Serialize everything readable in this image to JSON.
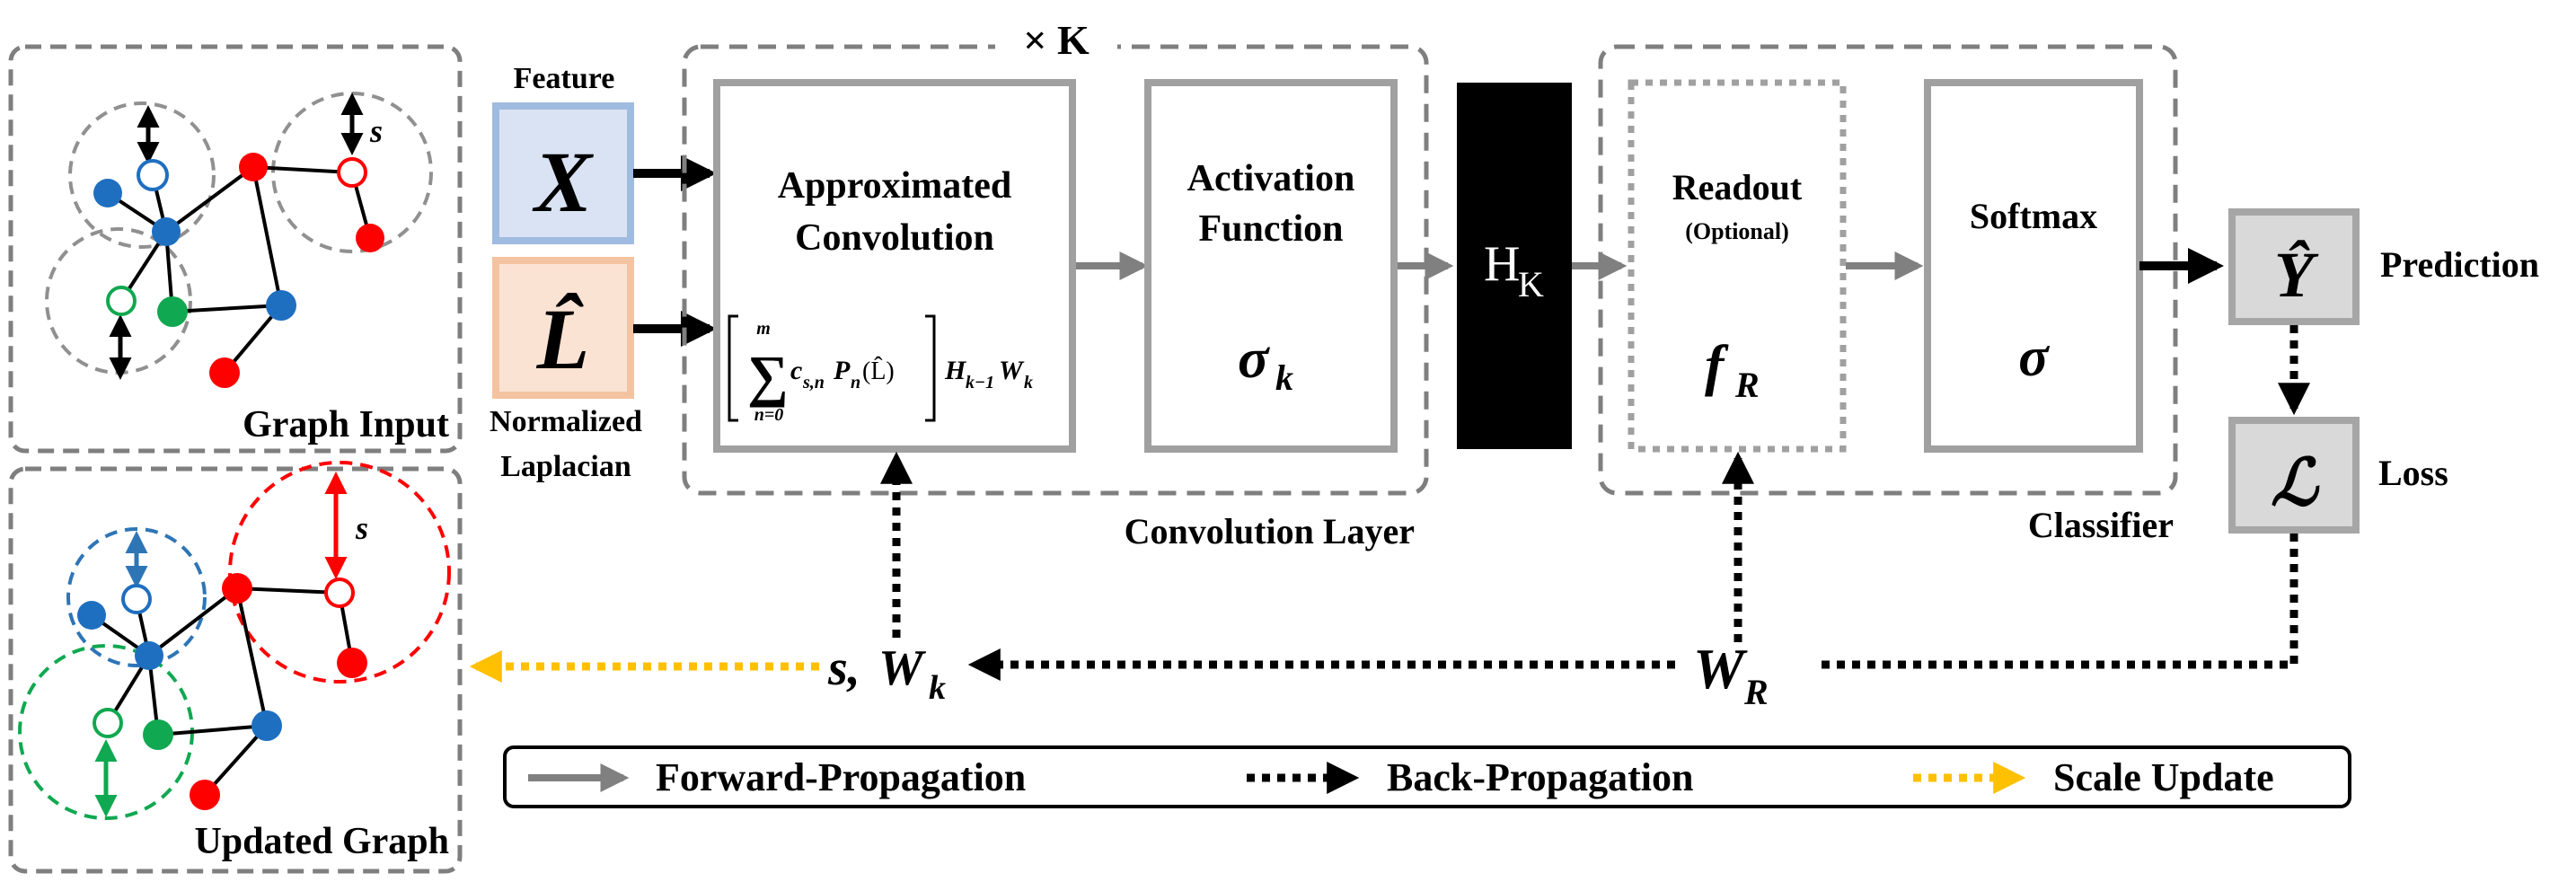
{
  "graph_input": {
    "label": "Graph Input",
    "scale_label": "s"
  },
  "updated_graph": {
    "label": "Updated Graph",
    "scale_label": "s"
  },
  "inputs": {
    "feature": {
      "caption": "Feature",
      "symbol": "X"
    },
    "laplacian": {
      "caption_line1": "Normalized",
      "caption_line2": "Laplacian",
      "symbol": "L̂"
    }
  },
  "conv_layer": {
    "repeat": "× K",
    "label": "Convolution Layer",
    "approx": {
      "title_line1": "Approximated",
      "title_line2": "Convolution",
      "formula": {
        "sum_top": "m",
        "sum_bottom": "n=0",
        "term": "c",
        "term_sub": "s,n",
        "poly": "P",
        "poly_sub": "n",
        "poly_arg": "(L̂)",
        "h": "H",
        "h_sub": "k−1",
        "w": "W",
        "w_sub": "k"
      }
    },
    "activation": {
      "title_line1": "Activation",
      "title_line2": "Function",
      "symbol": "σ",
      "symbol_sub": "k"
    }
  },
  "hidden": {
    "symbol": "H",
    "symbol_sub": "K"
  },
  "classifier": {
    "label": "Classifier",
    "readout": {
      "title": "Readout",
      "subtitle": "(Optional)",
      "symbol": "f",
      "symbol_sub": "R"
    },
    "softmax": {
      "title": "Softmax",
      "symbol": "σ"
    }
  },
  "outputs": {
    "prediction": {
      "symbol": "Ŷ",
      "label": "Prediction"
    },
    "loss": {
      "symbol": "ℒ",
      "label": "Loss"
    }
  },
  "params": {
    "conv": {
      "s": "s,",
      "w": "W",
      "w_sub": "k"
    },
    "readout": {
      "w": "W",
      "w_sub": "R"
    }
  },
  "legend": {
    "forward": "Forward-Propagation",
    "back": "Back-Propagation",
    "scale": "Scale Update"
  },
  "colors": {
    "feature_fill": "#dae3f3",
    "feature_border": "#9fbbe0",
    "laplacian_fill": "#fbe3d3",
    "laplacian_border": "#f4c3a1",
    "box_border": "#a0a0a0",
    "dashed_border": "#7f7f7f",
    "hidden_fill": "#000000",
    "output_fill": "#d9d9d9",
    "forward_arrow": "#808080",
    "scale_arrow": "#ffc000",
    "node_red": "#ff0000",
    "node_blue": "#1f6fc0",
    "node_green": "#10a850",
    "circle_gray": "#909090",
    "circle_blue": "#2e75b6",
    "circle_green": "#10a850",
    "circle_red": "#ff0000"
  }
}
